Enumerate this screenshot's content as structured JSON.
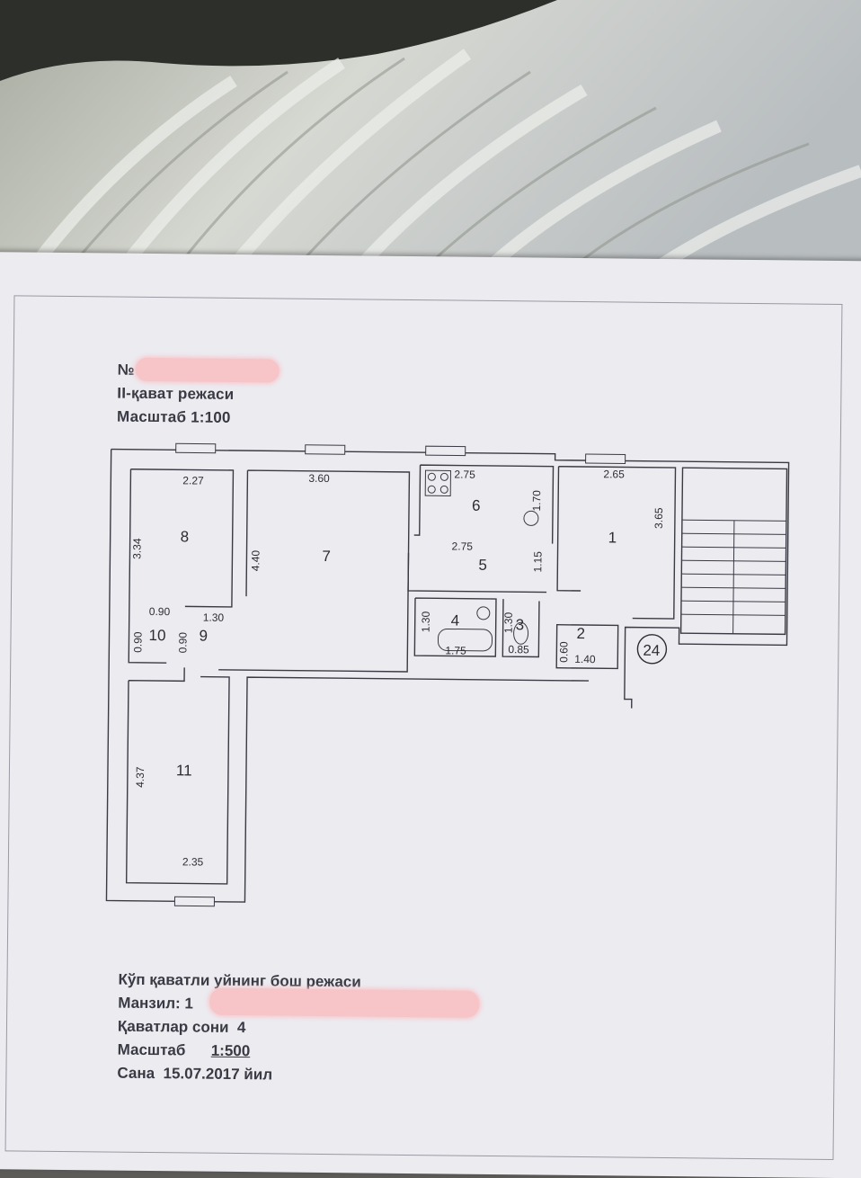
{
  "header": {
    "number_prefix": "№",
    "floor_plan_title": "II-қават режаси",
    "scale_label": "Масштаб 1:100"
  },
  "plan": {
    "apartment_number": "24",
    "rooms": [
      {
        "number": "1",
        "width": "2.65",
        "length": "3.65"
      },
      {
        "number": "2",
        "width": "1.40",
        "length": "0.60"
      },
      {
        "number": "3",
        "width": "0.85",
        "length": "1.30"
      },
      {
        "number": "4",
        "width": "1.75",
        "length": "1.30"
      },
      {
        "number": "5",
        "width": "2.75",
        "length": "1.15"
      },
      {
        "number": "6",
        "width": "2.75",
        "length": "1.70"
      },
      {
        "number": "7",
        "width": "3.60",
        "length": "4.40"
      },
      {
        "number": "8",
        "width": "2.27",
        "length": "3.34"
      },
      {
        "number": "9",
        "width": "1.30",
        "length": "0.90"
      },
      {
        "number": "10",
        "width": "0.90",
        "length": "0.90"
      },
      {
        "number": "11",
        "width": "2.35",
        "length": "4.37"
      }
    ]
  },
  "footer": {
    "title": "Кўп қаватли уйнинг бош режаси",
    "address_label": "Манзил: 1",
    "floors_label": "Қаватлар сони",
    "floors_value": "4",
    "scale_label": "Масштаб",
    "scale_value": "1:500",
    "date_label": "Сана",
    "date_value": "15.07.2017 йил"
  },
  "colors": {
    "paper": "#ecebf0",
    "ink": "#2c2c33",
    "redaction": "#f7c4c8",
    "fabric": "#c9ccc6"
  }
}
